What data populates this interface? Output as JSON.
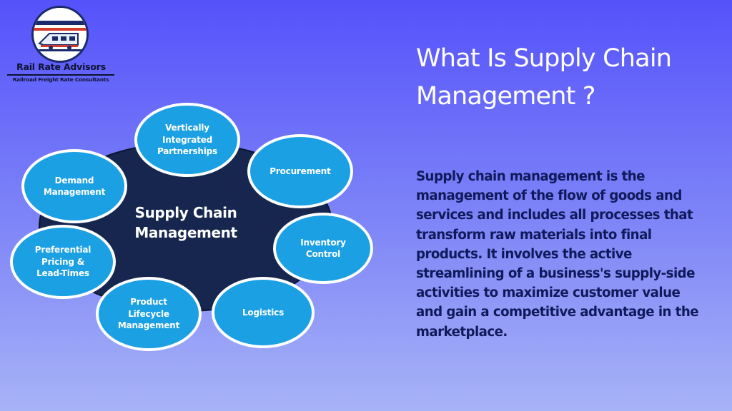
{
  "logo": {
    "name": "Rail Rate Advisors",
    "tagline": "Railroad Freight Rate Consultants",
    "icon": "train-icon"
  },
  "title": "What Is Supply Chain Management ?",
  "body": "Supply chain management is the management of the flow of goods and services and includes all processes that transform raw materials into final products. It involves the active streamlining of a business's supply-side activities to maximize customer value and gain a competitive advantage in the marketplace.",
  "diagram": {
    "hub": "Supply Chain Management",
    "nodes": [
      {
        "id": "vertically-integrated-partnerships",
        "label": "Vertically\nIntegrated\nPartnerships"
      },
      {
        "id": "procurement",
        "label": "Procurement"
      },
      {
        "id": "inventory-control",
        "label": "Inventory\nControl"
      },
      {
        "id": "logistics",
        "label": "Logistics"
      },
      {
        "id": "product-lifecycle-management",
        "label": "Product\nLifecycle\nManagement"
      },
      {
        "id": "preferential-pricing-lead-times",
        "label": "Preferential\nPricing &\nLead-Times"
      },
      {
        "id": "demand-management",
        "label": "Demand\nManagement"
      }
    ]
  },
  "colors": {
    "hub": "#16264e",
    "node": "#1ba0e3",
    "node_outline": "#ffffff",
    "body_text": "#0f1a5a",
    "title_text": "#ffffff"
  }
}
